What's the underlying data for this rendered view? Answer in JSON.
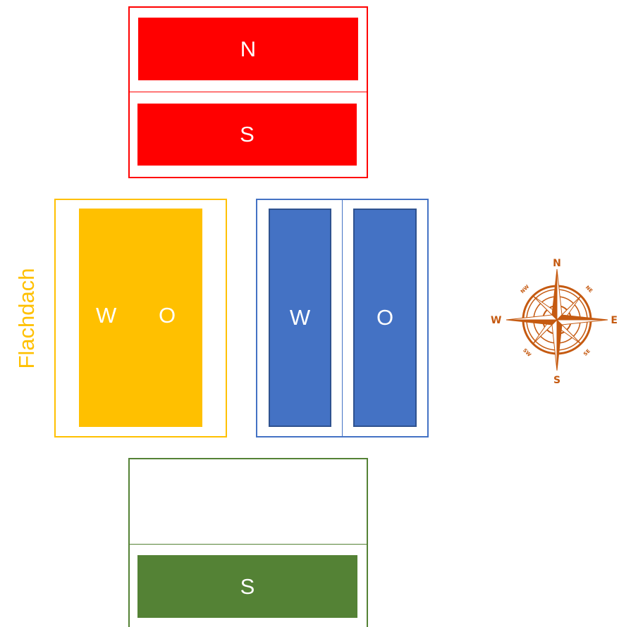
{
  "colors": {
    "red": "#ff0000",
    "yellow": "#ffc000",
    "blue": "#4472c4",
    "blue_border": "#2f528f",
    "green": "#548235",
    "compass": "#c55a11"
  },
  "roofs": {
    "red": {
      "top_label": "N",
      "bottom_label": "S"
    },
    "yellow": {
      "side_label": "Flachdach",
      "left_label": "W",
      "right_label": "O"
    },
    "blue": {
      "left_label": "W",
      "right_label": "O"
    },
    "green": {
      "bottom_label": "S"
    }
  },
  "compass": {
    "icon": "compass-rose-icon",
    "n": "N",
    "s": "S",
    "e": "E",
    "w": "W",
    "ne": "NE",
    "nw": "NW",
    "se": "SE",
    "sw": "SW"
  }
}
